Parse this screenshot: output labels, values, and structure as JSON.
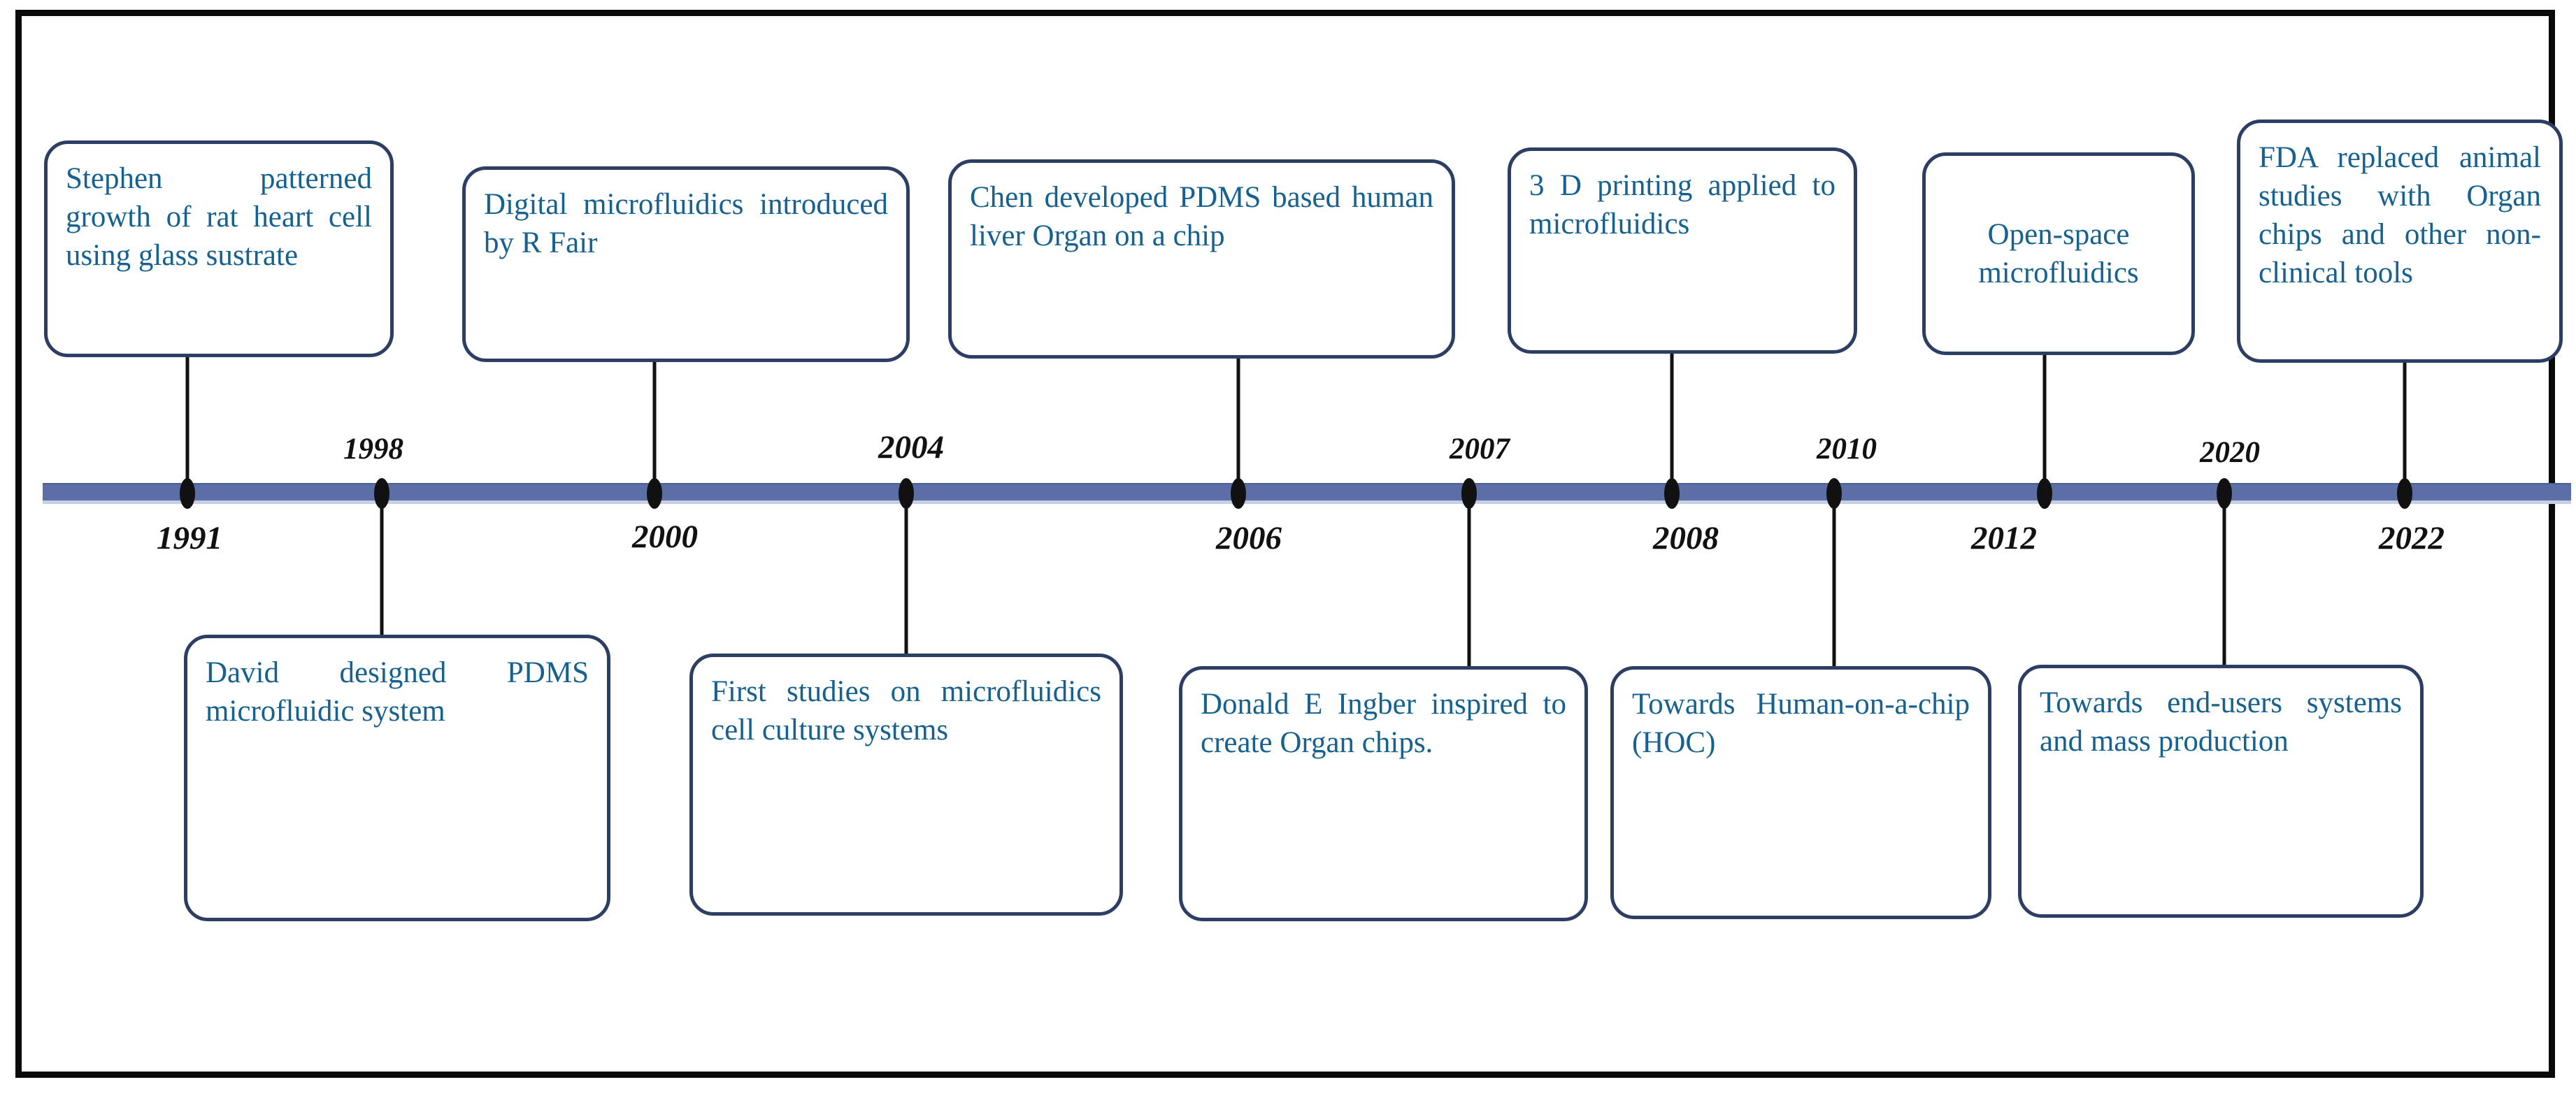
{
  "figure": {
    "kind": "timeline",
    "title": "",
    "colors": {
      "axis_bar": "#5b6fa6",
      "axis_bar_shadow": "#c6cee4",
      "box_border": "#2c3e63",
      "box_text": "#16618f",
      "marker": "#111111",
      "frame": "#0a0a0a",
      "year_text": "#111111",
      "background": "#ffffff"
    },
    "axis": {
      "orientation": "horizontal",
      "year_min": 1991,
      "year_max": 2022
    },
    "events": [
      {
        "year": "1991",
        "year_position": "below",
        "box_position": "above",
        "text": "Stephen patterned growth of rat heart cell using glass sustrate"
      },
      {
        "year": "1998",
        "year_position": "above",
        "box_position": "below",
        "text": "David designed PDMS microfluidic system"
      },
      {
        "year": "2000",
        "year_position": "below",
        "box_position": "above",
        "text": "Digital microfluidics introduced by R Fair"
      },
      {
        "year": "2004",
        "year_position": "above",
        "box_position": "below",
        "text": "First studies on microfluidics cell culture systems"
      },
      {
        "year": "2006",
        "year_position": "below",
        "box_position": "above",
        "text": "Chen developed PDMS based human liver Organ on a chip"
      },
      {
        "year": "2007",
        "year_position": "above",
        "box_position": "below",
        "text": "Donald E Ingber inspired to create Organ chips."
      },
      {
        "year": "2008",
        "year_position": "below",
        "box_position": "above",
        "text": "3 D printing applied to microfluidics"
      },
      {
        "year": "2010",
        "year_position": "above",
        "box_position": "below",
        "text": "Towards Human-on-a-chip (HOC)"
      },
      {
        "year": "2012",
        "year_position": "below",
        "box_position": "above",
        "text": "Open-space microfluidics"
      },
      {
        "year": "2020",
        "year_position": "above",
        "box_position": "below",
        "text": "Towards end-users systems and mass production"
      },
      {
        "year": "2022",
        "year_position": "below",
        "box_position": "above",
        "text": "FDA replaced animal studies with Organ chips and other non-clinical tools"
      }
    ]
  }
}
